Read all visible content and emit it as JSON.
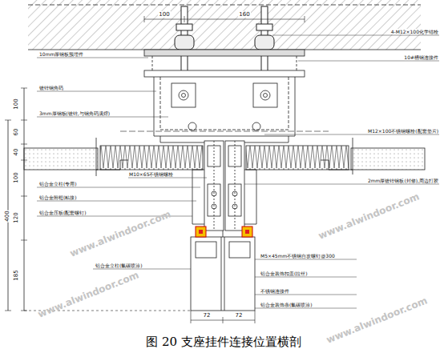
{
  "diagram": {
    "caption": "图 20 支座挂件连接位置横剖",
    "labels": [
      "4-M12×100化学锚栓",
      "100",
      "160",
      "10mm厚钢板预埋件",
      "10#槽钢连接件",
      "镀锌钢角码",
      "M12×100不锈钢螺栓(配套垫片)",
      "3mm厚钢板(镀锌,与钢角码满焊)",
      "2mm厚镀锌钢板(封修),周边打胶",
      "M10×65不锈钢螺栓",
      "铝合金立柱(专用)",
      "铝合金附框(粘接)",
      "铝合金压板(配套螺钉)",
      "M5×45mm不锈钢自攻螺钉@300",
      "铝合金装饰扣盖(拉丝)",
      "不锈钢连接件",
      "铝合金装饰条(氟碳喷涂)",
      "铝合金立柱(氟碳喷涂)",
      "100",
      "60",
      "40",
      "100",
      "120",
      "185",
      "400",
      "72",
      "72",
      "www.alwindoor.com",
      "www.alwindoor.com",
      "www.alwindoor.com",
      "www.alwindoor.com"
    ]
  }
}
